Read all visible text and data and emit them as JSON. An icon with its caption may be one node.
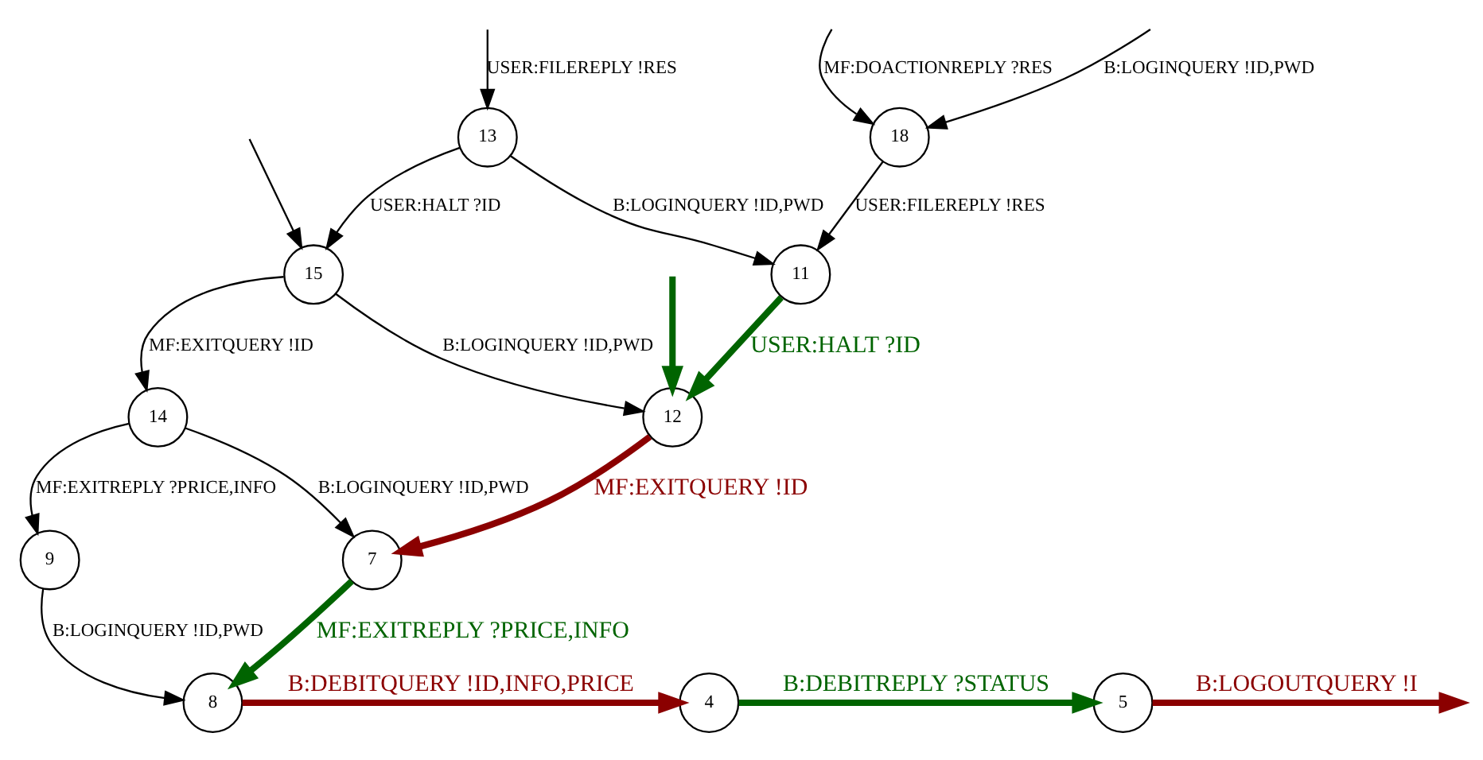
{
  "diagram": {
    "nodes": [
      {
        "text": [
          "13"
        ]
      },
      {
        "text": [
          "18"
        ]
      },
      {
        "text": [
          "15"
        ]
      },
      {
        "text": [
          "11"
        ]
      },
      {
        "text": [
          "14"
        ]
      },
      {
        "text": [
          "12"
        ]
      },
      {
        "text": [
          "7"
        ]
      },
      {
        "text": [
          "9"
        ]
      },
      {
        "text": [
          "8"
        ]
      },
      {
        "text": [
          "4"
        ]
      },
      {
        "text": [
          "5"
        ]
      }
    ],
    "edges": [
      {
        "from": null,
        "to": 0,
        "arrow": "to",
        "label": "USER:FILEREPLY !RES"
      },
      {
        "from": null,
        "to": 1,
        "arrow": "to",
        "label": "B:LOGINQUERY !ID,PWD"
      },
      {
        "from": null,
        "to": 1,
        "arrow": "to",
        "label": "MF:DOACTIONREPLY ?RES"
      },
      {
        "from": null,
        "to": 2,
        "arrow": "to"
      },
      {
        "from": null,
        "to": 5,
        "arrow": "to",
        "style": "thick",
        "color": "#006400"
      },
      {
        "from": 0,
        "to": 2,
        "arrow": "to",
        "label": "USER:HALT ?ID"
      },
      {
        "from": 0,
        "to": 3,
        "arrow": "to",
        "label": "B:LOGINQUERY !ID,PWD"
      },
      {
        "from": 1,
        "to": 3,
        "arrow": "to",
        "label": "USER:FILEREPLY !RES"
      },
      {
        "from": 2,
        "to": 4,
        "arrow": "to",
        "label": "MF:EXITQUERY !ID"
      },
      {
        "from": 2,
        "to": 5,
        "arrow": "to",
        "label": "B:LOGINQUERY !ID,PWD"
      },
      {
        "from": 3,
        "to": 5,
        "arrow": "to",
        "label": "USER:HALT ?ID",
        "style": "thick",
        "color": "#006400"
      },
      {
        "from": 4,
        "to": 6,
        "arrow": "to",
        "label": "B:LOGINQUERY !ID,PWD"
      },
      {
        "from": 4,
        "to": 7,
        "arrow": "to",
        "label": "MF:EXITREPLY ?PRICE,INFO"
      },
      {
        "from": 5,
        "to": 6,
        "arrow": "to",
        "label": "MF:EXITQUERY !ID",
        "style": "thick",
        "color": "#8b0000"
      },
      {
        "from": 6,
        "to": 8,
        "arrow": "to",
        "label": "MF:EXITREPLY ?PRICE,INFO",
        "style": "thick",
        "color": "#006400"
      },
      {
        "from": 7,
        "to": 8,
        "arrow": "to",
        "label": "B:LOGINQUERY !ID,PWD"
      },
      {
        "from": 8,
        "to": 9,
        "arrow": "to",
        "label": "B:DEBITQUERY !ID,INFO,PRICE",
        "style": "thick",
        "color": "#8b0000"
      },
      {
        "from": 9,
        "to": 10,
        "arrow": "to",
        "label": "B:DEBITREPLY ?STATUS",
        "style": "thick",
        "color": "#006400"
      },
      {
        "from": 10,
        "to": null,
        "arrow": "to",
        "label": "B:LOGOUTQUERY !I",
        "style": "thick",
        "color": "#8b0000"
      }
    ]
  }
}
